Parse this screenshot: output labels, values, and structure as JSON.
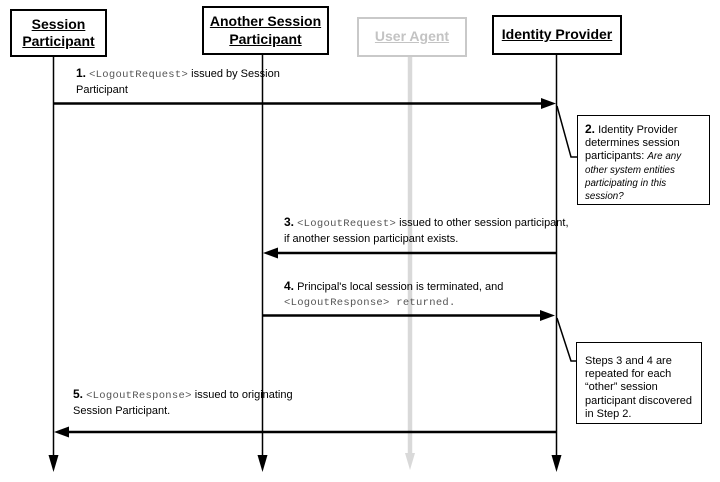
{
  "diagram": {
    "title_hint": "Single Logout sequence diagram",
    "participants": [
      {
        "label": "Session Participant"
      },
      {
        "label": "Another Session Participant"
      },
      {
        "label": "User Agent",
        "state": "inactive"
      },
      {
        "label": "Identity Provider"
      }
    ],
    "messages": [
      {
        "num": "1.",
        "code": "<LogoutRequest>",
        "text": "issued by Session Participant"
      },
      {
        "num": "3.",
        "code": "<LogoutRequest>",
        "text": "issued to other session participant, if another session participant exists."
      },
      {
        "num": "4.",
        "text": "Principal's local session is terminated, and",
        "code": "<LogoutResponse> returned."
      },
      {
        "num": "5.",
        "code": "<LogoutResponse>",
        "text": "issued to originating Session Participant."
      }
    ],
    "notes": [
      {
        "num": "2.",
        "text": "Identity Provider determines session participants:",
        "question": "Are any other system entities participating in this session?"
      },
      {
        "text": "Steps 3 and 4 are repeated for each “other” session participant discovered in Step 2."
      }
    ],
    "colors": {
      "line": "#000000",
      "inactive_gray": "#c9c9c9",
      "lifeline_gray": "#d9d9d9",
      "mono_text": "#555555"
    }
  }
}
